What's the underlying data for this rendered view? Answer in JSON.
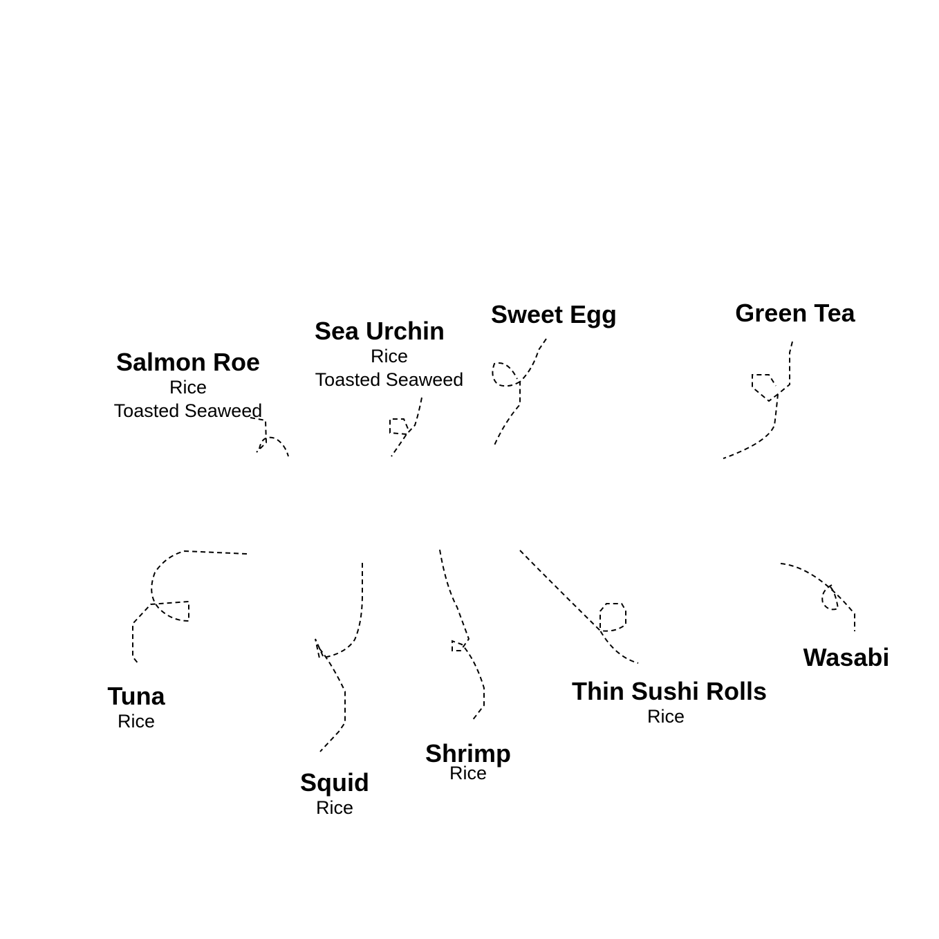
{
  "diagram": {
    "items": [
      {
        "name": "Salmon Roe",
        "ingredients": [
          "Rice",
          "Toasted Seaweed"
        ]
      },
      {
        "name": "Sea Urchin",
        "ingredients": [
          "Rice",
          "Toasted Seaweed"
        ]
      },
      {
        "name": "Sweet Egg",
        "ingredients": []
      },
      {
        "name": "Green Tea",
        "ingredients": []
      },
      {
        "name": "Tuna",
        "ingredients": [
          "Rice"
        ]
      },
      {
        "name": "Squid",
        "ingredients": [
          "Rice"
        ]
      },
      {
        "name": "Shrimp",
        "ingredients": [
          "Rice"
        ]
      },
      {
        "name": "Thin Sushi Rolls",
        "ingredients": [
          "Rice"
        ]
      },
      {
        "name": "Wasabi",
        "ingredients": []
      }
    ]
  }
}
